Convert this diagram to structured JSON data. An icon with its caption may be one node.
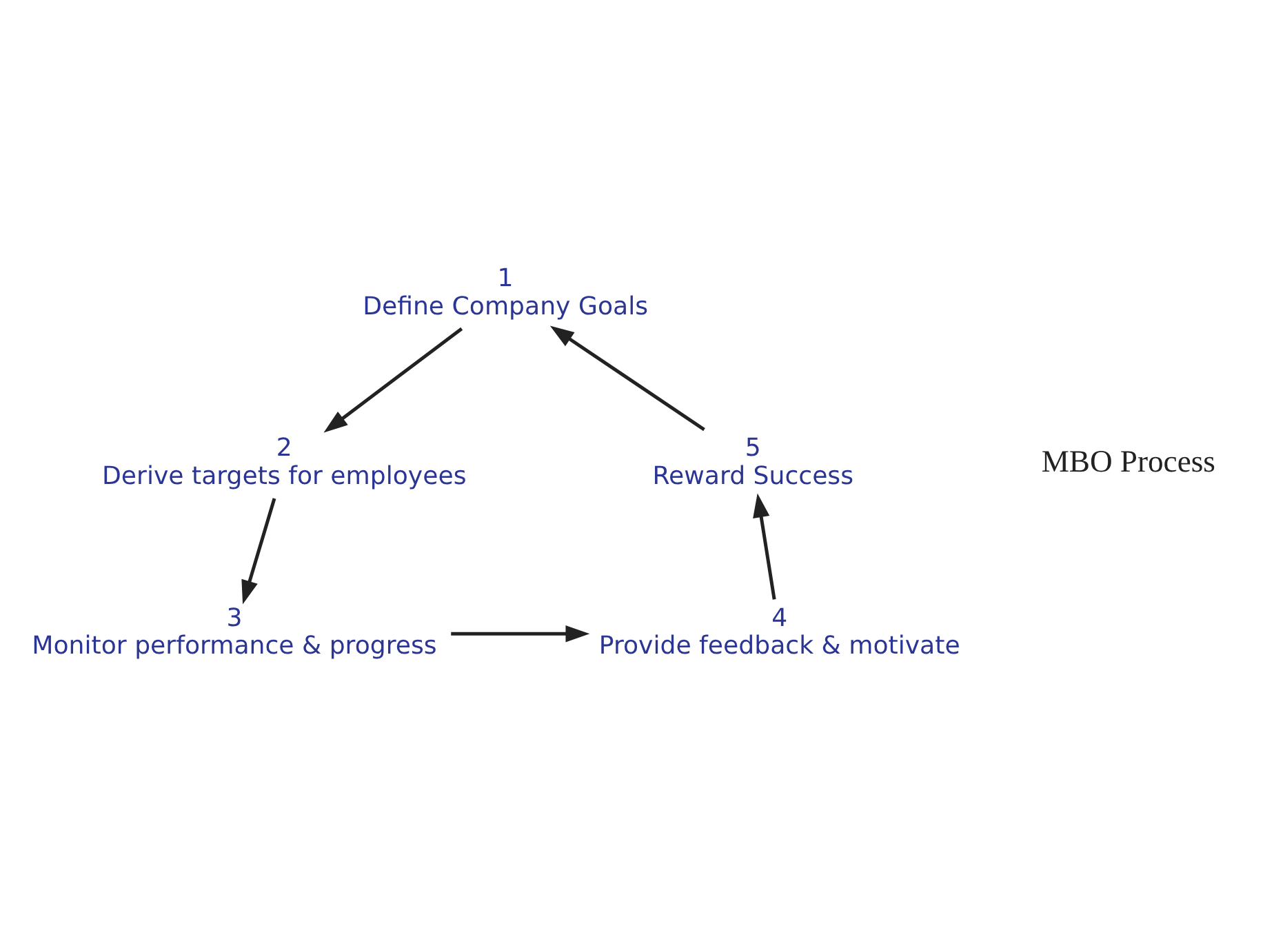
{
  "diagram": {
    "nodes": [
      {
        "text": [
          "1",
          "Define Company Goals"
        ]
      },
      {
        "text": [
          "2",
          "Derive targets for employees"
        ]
      },
      {
        "text": [
          "3",
          "Monitor performance & progress"
        ]
      },
      {
        "text": [
          "4",
          "Provide feedback & motivate"
        ]
      },
      {
        "text": [
          "5",
          "Reward Success"
        ]
      }
    ],
    "edges": [
      {
        "from": 0,
        "to": 1,
        "arrow": "to"
      },
      {
        "from": 1,
        "to": 2,
        "arrow": "to"
      },
      {
        "from": 2,
        "to": 3,
        "arrow": "to"
      },
      {
        "from": 3,
        "to": 4,
        "arrow": "to"
      },
      {
        "from": 4,
        "to": 0,
        "arrow": "to"
      }
    ],
    "labels": [
      "MBO Process"
    ]
  }
}
